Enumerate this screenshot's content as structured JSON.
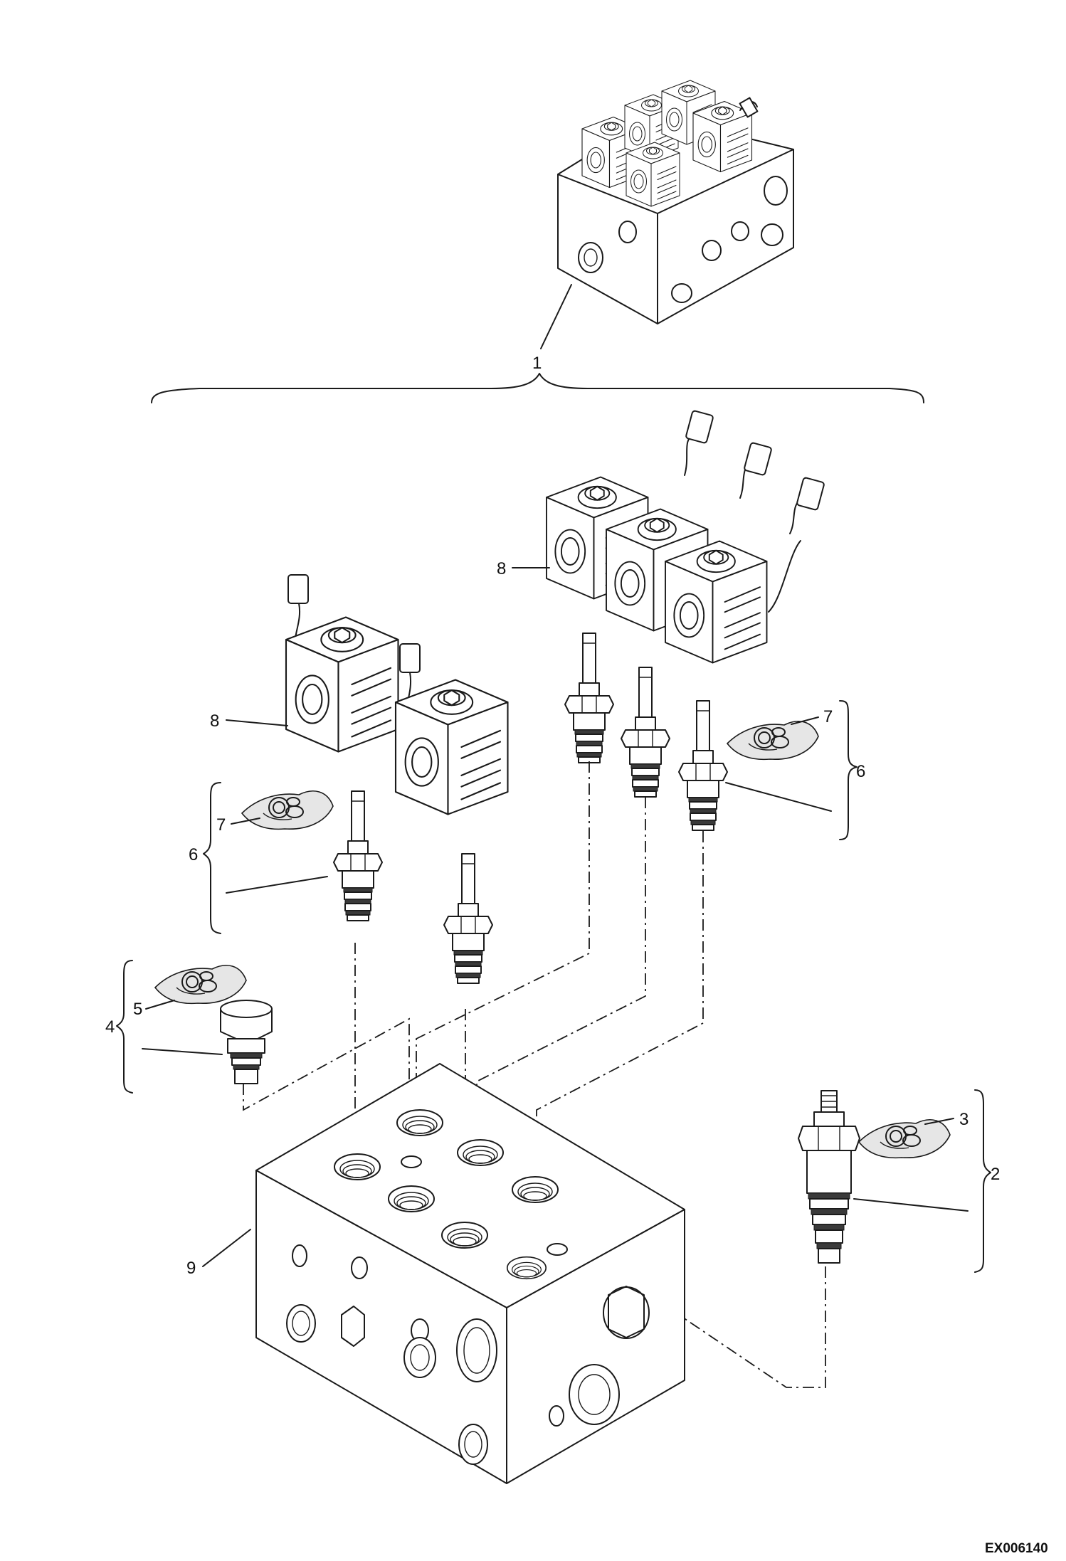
{
  "callouts": {
    "c1": "1",
    "c2": "2",
    "c3": "3",
    "c4": "4",
    "c5": "5",
    "c6_left": "6",
    "c6_right": "6",
    "c7_left": "7",
    "c7_right": "7",
    "c8_left": "8",
    "c8_right": "8",
    "c9": "9"
  },
  "figure_code": "EX006140"
}
